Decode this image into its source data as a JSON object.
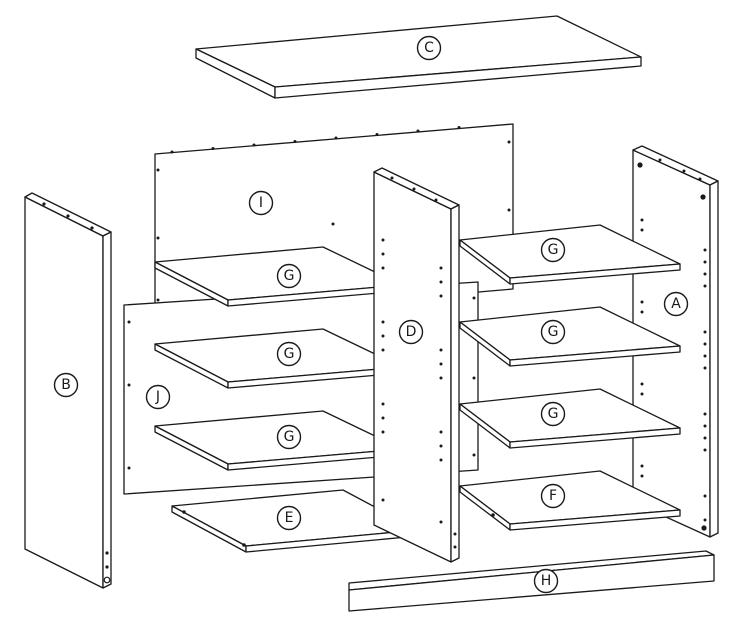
{
  "part_labels": {
    "A": "A",
    "B": "B",
    "C": "C",
    "D": "D",
    "E": "E",
    "F": "F",
    "G": "G",
    "H": "H",
    "I": "I",
    "J": "J"
  },
  "colors": {
    "line": "#1a1a1a",
    "fill": "#ffffff"
  }
}
